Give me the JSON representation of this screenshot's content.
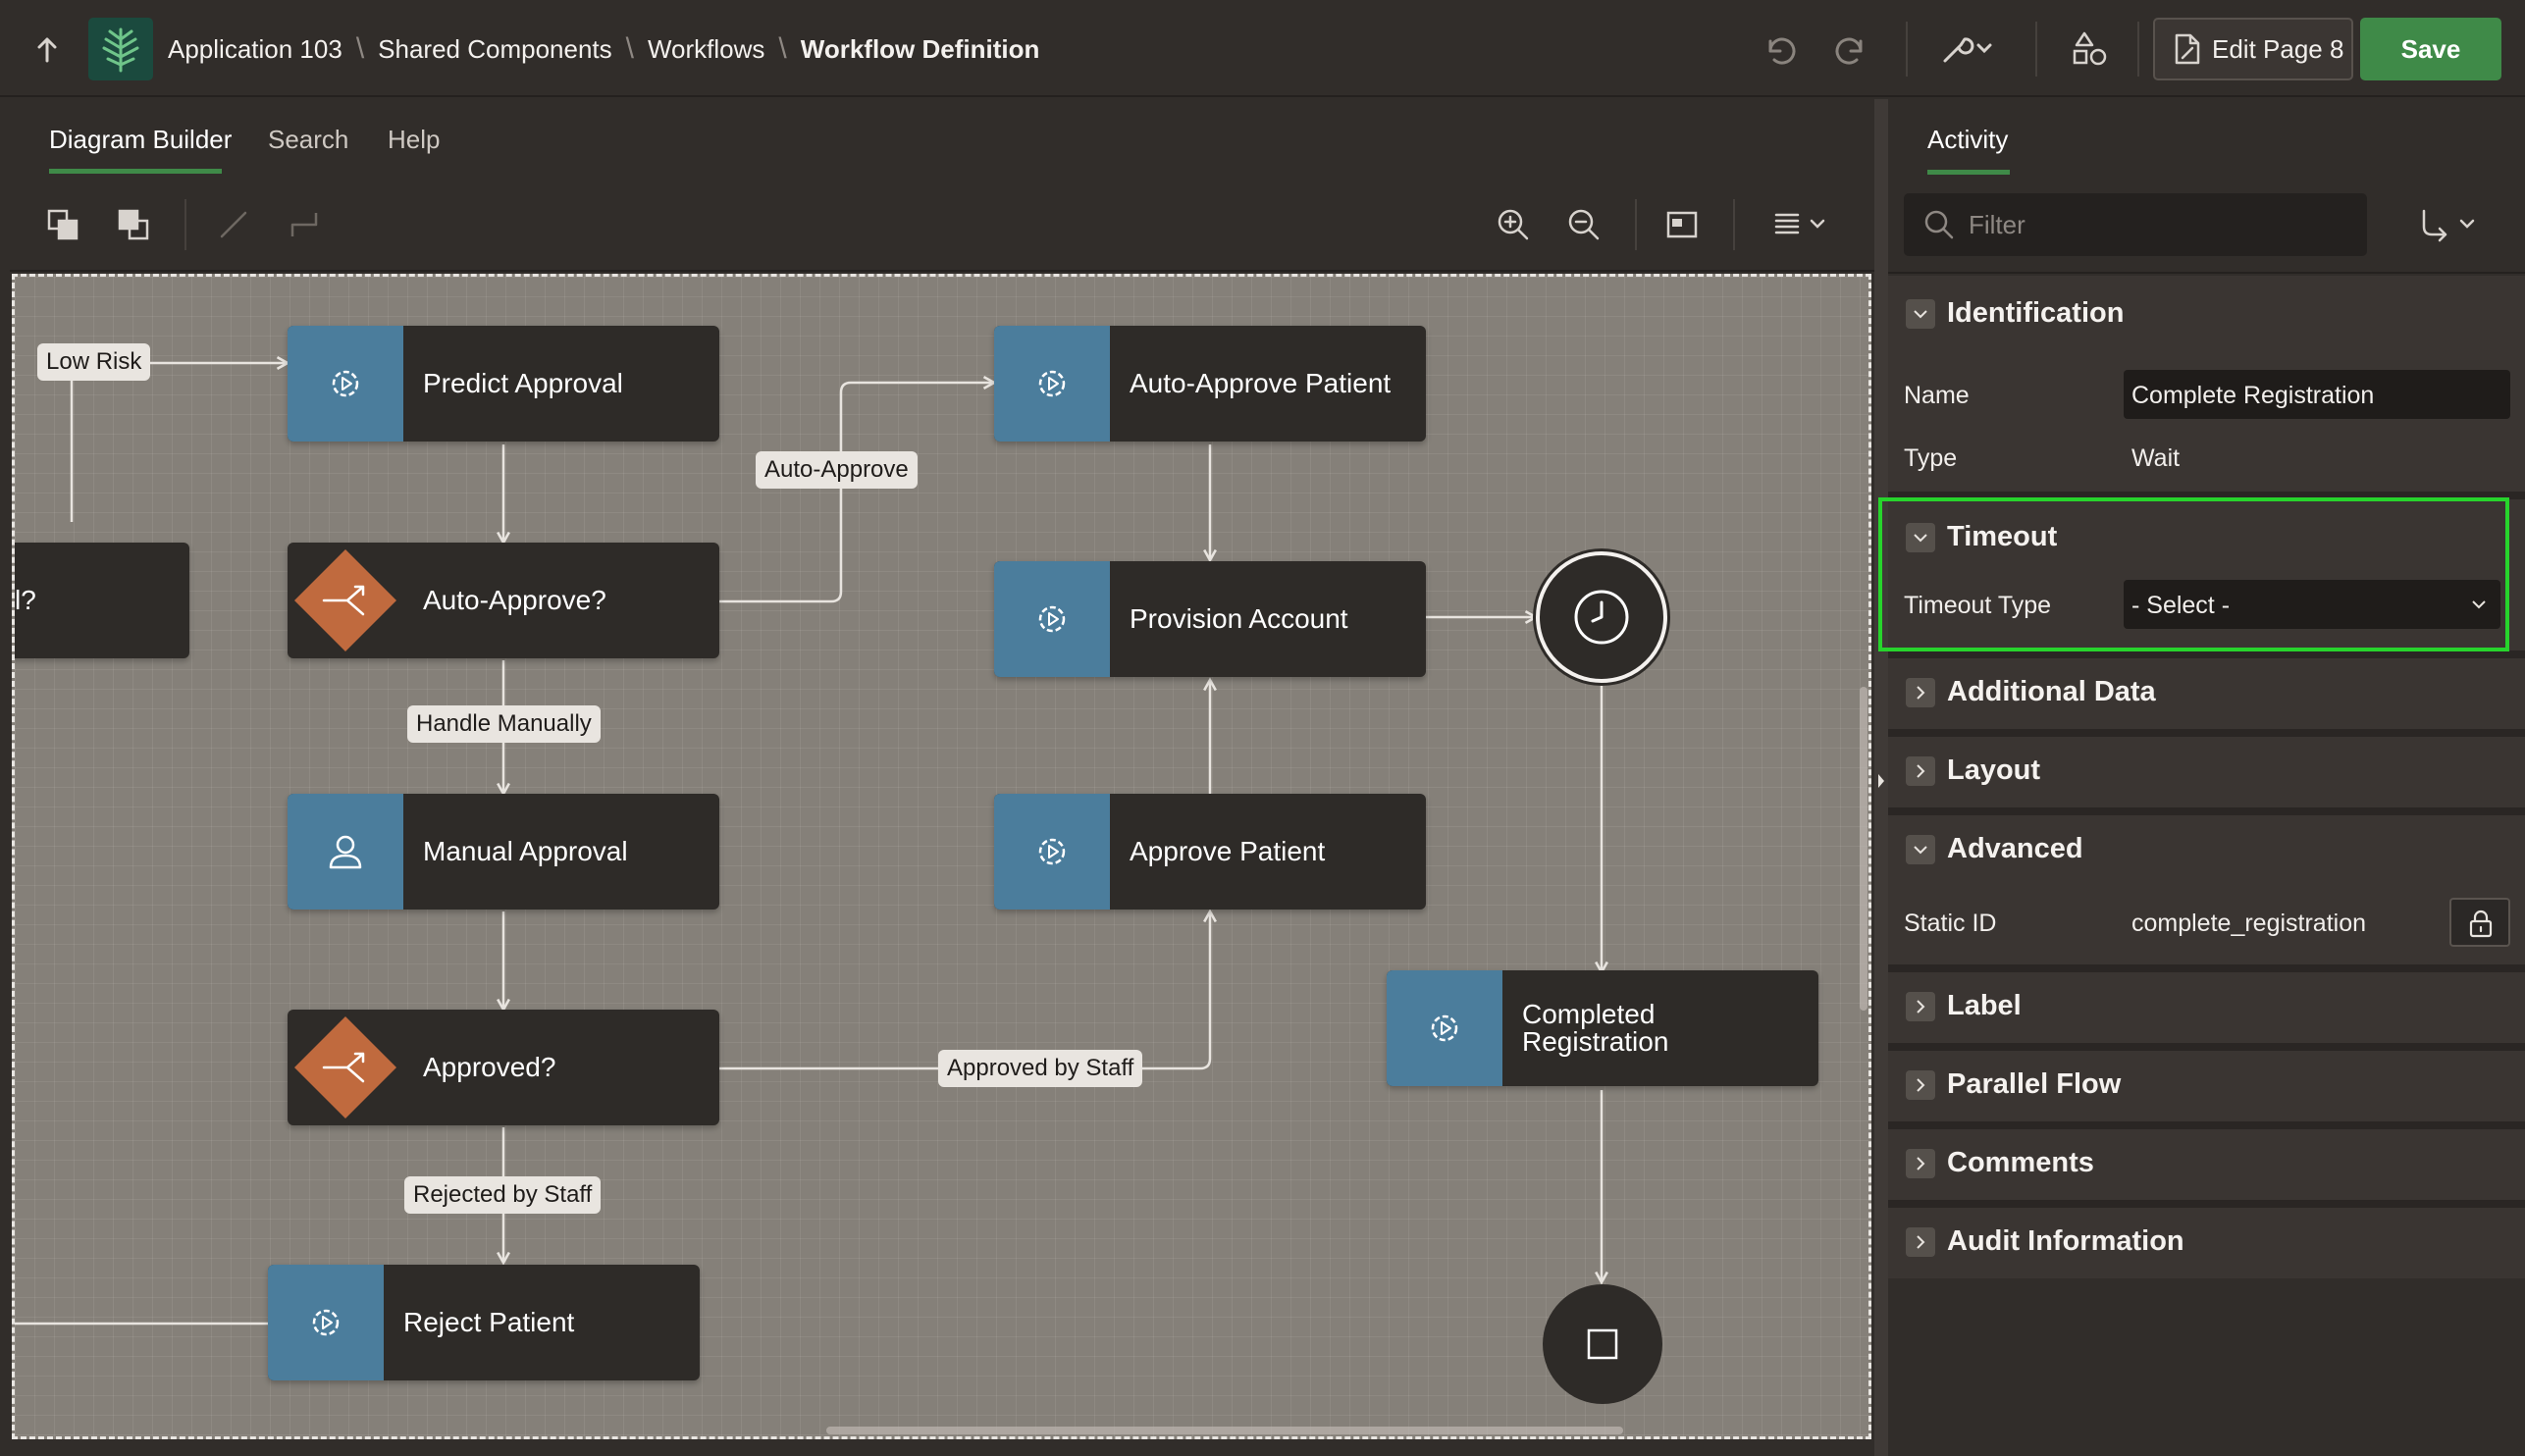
{
  "header": {
    "breadcrumbs": [
      "Application 103",
      "Shared Components",
      "Workflows",
      "Workflow Definition"
    ],
    "edit_page_label": "Edit Page 8",
    "save_label": "Save"
  },
  "left_tabs": [
    "Diagram Builder",
    "Search",
    "Help"
  ],
  "diagram": {
    "nodes": {
      "predict": "Predict Approval",
      "auto_approve_q": "Auto-Approve?",
      "manual": "Manual Approval",
      "approved_q": "Approved?",
      "reject": "Reject Patient",
      "auto_approve_patient": "Auto-Approve Patient",
      "provision": "Provision Account",
      "approve": "Approve Patient",
      "completed_line1": "Completed",
      "completed_line2": "Registration",
      "partial": "l?"
    },
    "edge_labels": {
      "low_risk": "Low Risk",
      "auto_approve": "Auto-Approve",
      "handle_manually": "Handle Manually",
      "approved_by_staff": "Approved by Staff",
      "rejected_by_staff": "Rejected by Staff"
    }
  },
  "right_panel": {
    "tab": "Activity",
    "filter_placeholder": "Filter",
    "identification": {
      "title": "Identification",
      "name_label": "Name",
      "name_value": "Complete Registration",
      "type_label": "Type",
      "type_value": "Wait"
    },
    "timeout": {
      "title": "Timeout",
      "type_label": "Timeout Type",
      "type_value": "- Select -"
    },
    "additional_data": "Additional Data",
    "layout": "Layout",
    "advanced": {
      "title": "Advanced",
      "static_id_label": "Static ID",
      "static_id_value": "complete_registration"
    },
    "label": "Label",
    "parallel_flow": "Parallel Flow",
    "comments": "Comments",
    "audit": "Audit Information"
  },
  "colors": {
    "accent_green": "#3f8a48",
    "task_blue": "#4b7d9c",
    "decision_orange": "#c06a3e",
    "highlight": "#27d42c"
  }
}
